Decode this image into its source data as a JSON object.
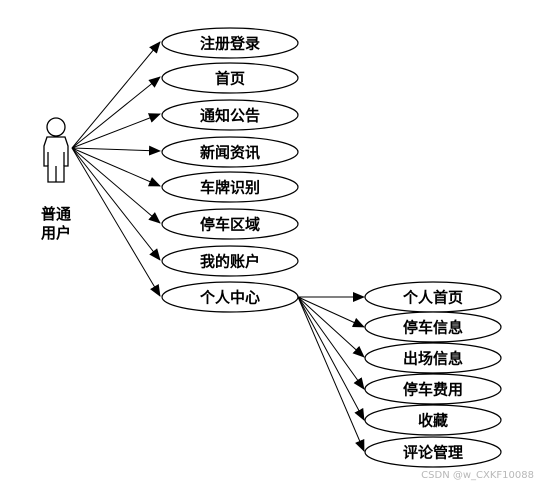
{
  "actor": {
    "name_line1": "普通",
    "name_line2": "用户"
  },
  "use_cases": [
    {
      "id": "register-login",
      "label": "注册登录"
    },
    {
      "id": "home",
      "label": "首页"
    },
    {
      "id": "notice",
      "label": "通知公告"
    },
    {
      "id": "news",
      "label": "新闻资讯"
    },
    {
      "id": "plate-recognition",
      "label": "车牌识别"
    },
    {
      "id": "parking-area",
      "label": "停车区域"
    },
    {
      "id": "my-account",
      "label": "我的账户"
    },
    {
      "id": "personal-center",
      "label": "个人中心"
    }
  ],
  "sub_use_cases": [
    {
      "id": "personal-home",
      "label": "个人首页"
    },
    {
      "id": "parking-info",
      "label": "停车信息"
    },
    {
      "id": "exit-info",
      "label": "出场信息"
    },
    {
      "id": "parking-fee",
      "label": "停车费用"
    },
    {
      "id": "favorites",
      "label": "收藏"
    },
    {
      "id": "comment-manage",
      "label": "评论管理"
    }
  ],
  "watermark": "CSDN @w_CXKF10088"
}
